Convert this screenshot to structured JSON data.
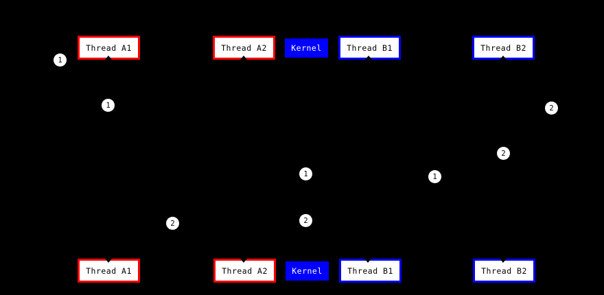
{
  "diagram": {
    "description": "Thread scheduling diagram: user threads, kernel, and numbered step markers on black background",
    "background_color": "#000000",
    "colors": {
      "thread_a_border": "#ff0000",
      "thread_b_border": "#0000ff",
      "kernel_fill": "#0000ff",
      "node_fill": "#ffffff",
      "node_text": "#000000",
      "kernel_text": "#ffffff",
      "marker_fill": "#ffffff",
      "marker_text": "#000000"
    },
    "nodes": {
      "top": [
        {
          "label": "Thread A1",
          "style": "red-outline"
        },
        {
          "label": "Thread A2",
          "style": "red-outline"
        },
        {
          "label": "Kernel",
          "style": "blue-filled"
        },
        {
          "label": "Thread B1",
          "style": "blue-outline"
        },
        {
          "label": "Thread B2",
          "style": "blue-outline"
        }
      ],
      "bottom": [
        {
          "label": "Thread A1",
          "style": "red-outline"
        },
        {
          "label": "Thread A2",
          "style": "red-outline"
        },
        {
          "label": "Kernel",
          "style": "blue-filled"
        },
        {
          "label": "Thread B1",
          "style": "blue-outline"
        },
        {
          "label": "Thread B2",
          "style": "blue-outline"
        }
      ]
    },
    "markers": [
      {
        "label": "1"
      },
      {
        "label": "1"
      },
      {
        "label": "2"
      },
      {
        "label": "2"
      },
      {
        "label": "1"
      },
      {
        "label": "1"
      },
      {
        "label": "2"
      },
      {
        "label": "2"
      }
    ]
  }
}
